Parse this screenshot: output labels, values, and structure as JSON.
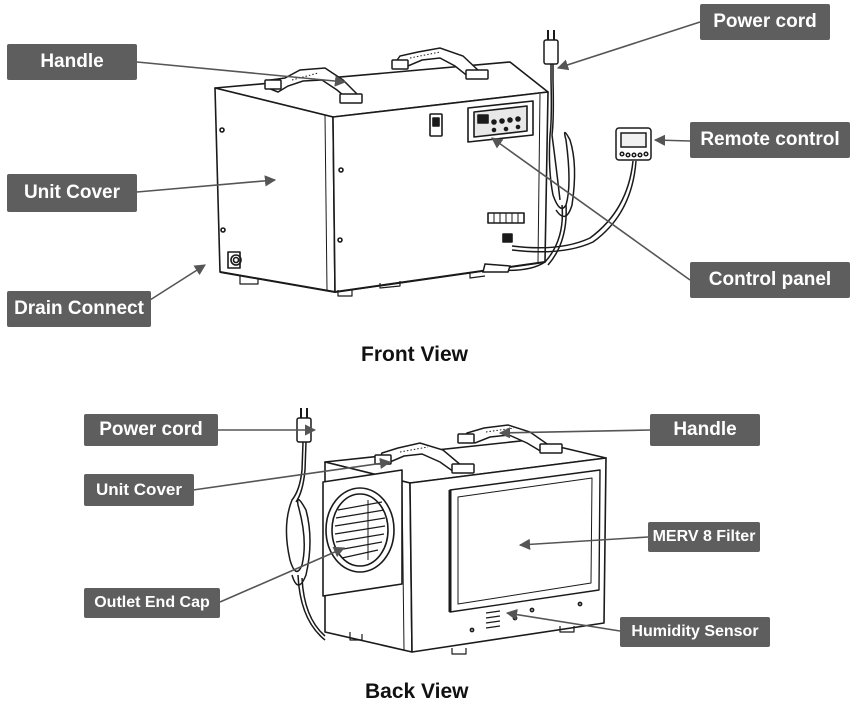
{
  "front_view": {
    "title": "Front View",
    "labels": {
      "handle": "Handle",
      "unit_cover": "Unit Cover",
      "drain_connect": "Drain Connect",
      "power_cord": "Power cord",
      "remote_control": "Remote control",
      "control_panel": "Control panel"
    }
  },
  "back_view": {
    "title": "Back View",
    "labels": {
      "power_cord": "Power cord",
      "unit_cover": "Unit Cover",
      "outlet_end_cap": "Outlet End Cap",
      "handle": "Handle",
      "merv_filter": "MERV 8 Filter",
      "humidity_sensor": "Humidity Sensor"
    }
  },
  "colors": {
    "label_bg": "#5e5e5e",
    "label_text": "#ffffff",
    "line": "#1a1a1a",
    "leader": "#555555"
  }
}
